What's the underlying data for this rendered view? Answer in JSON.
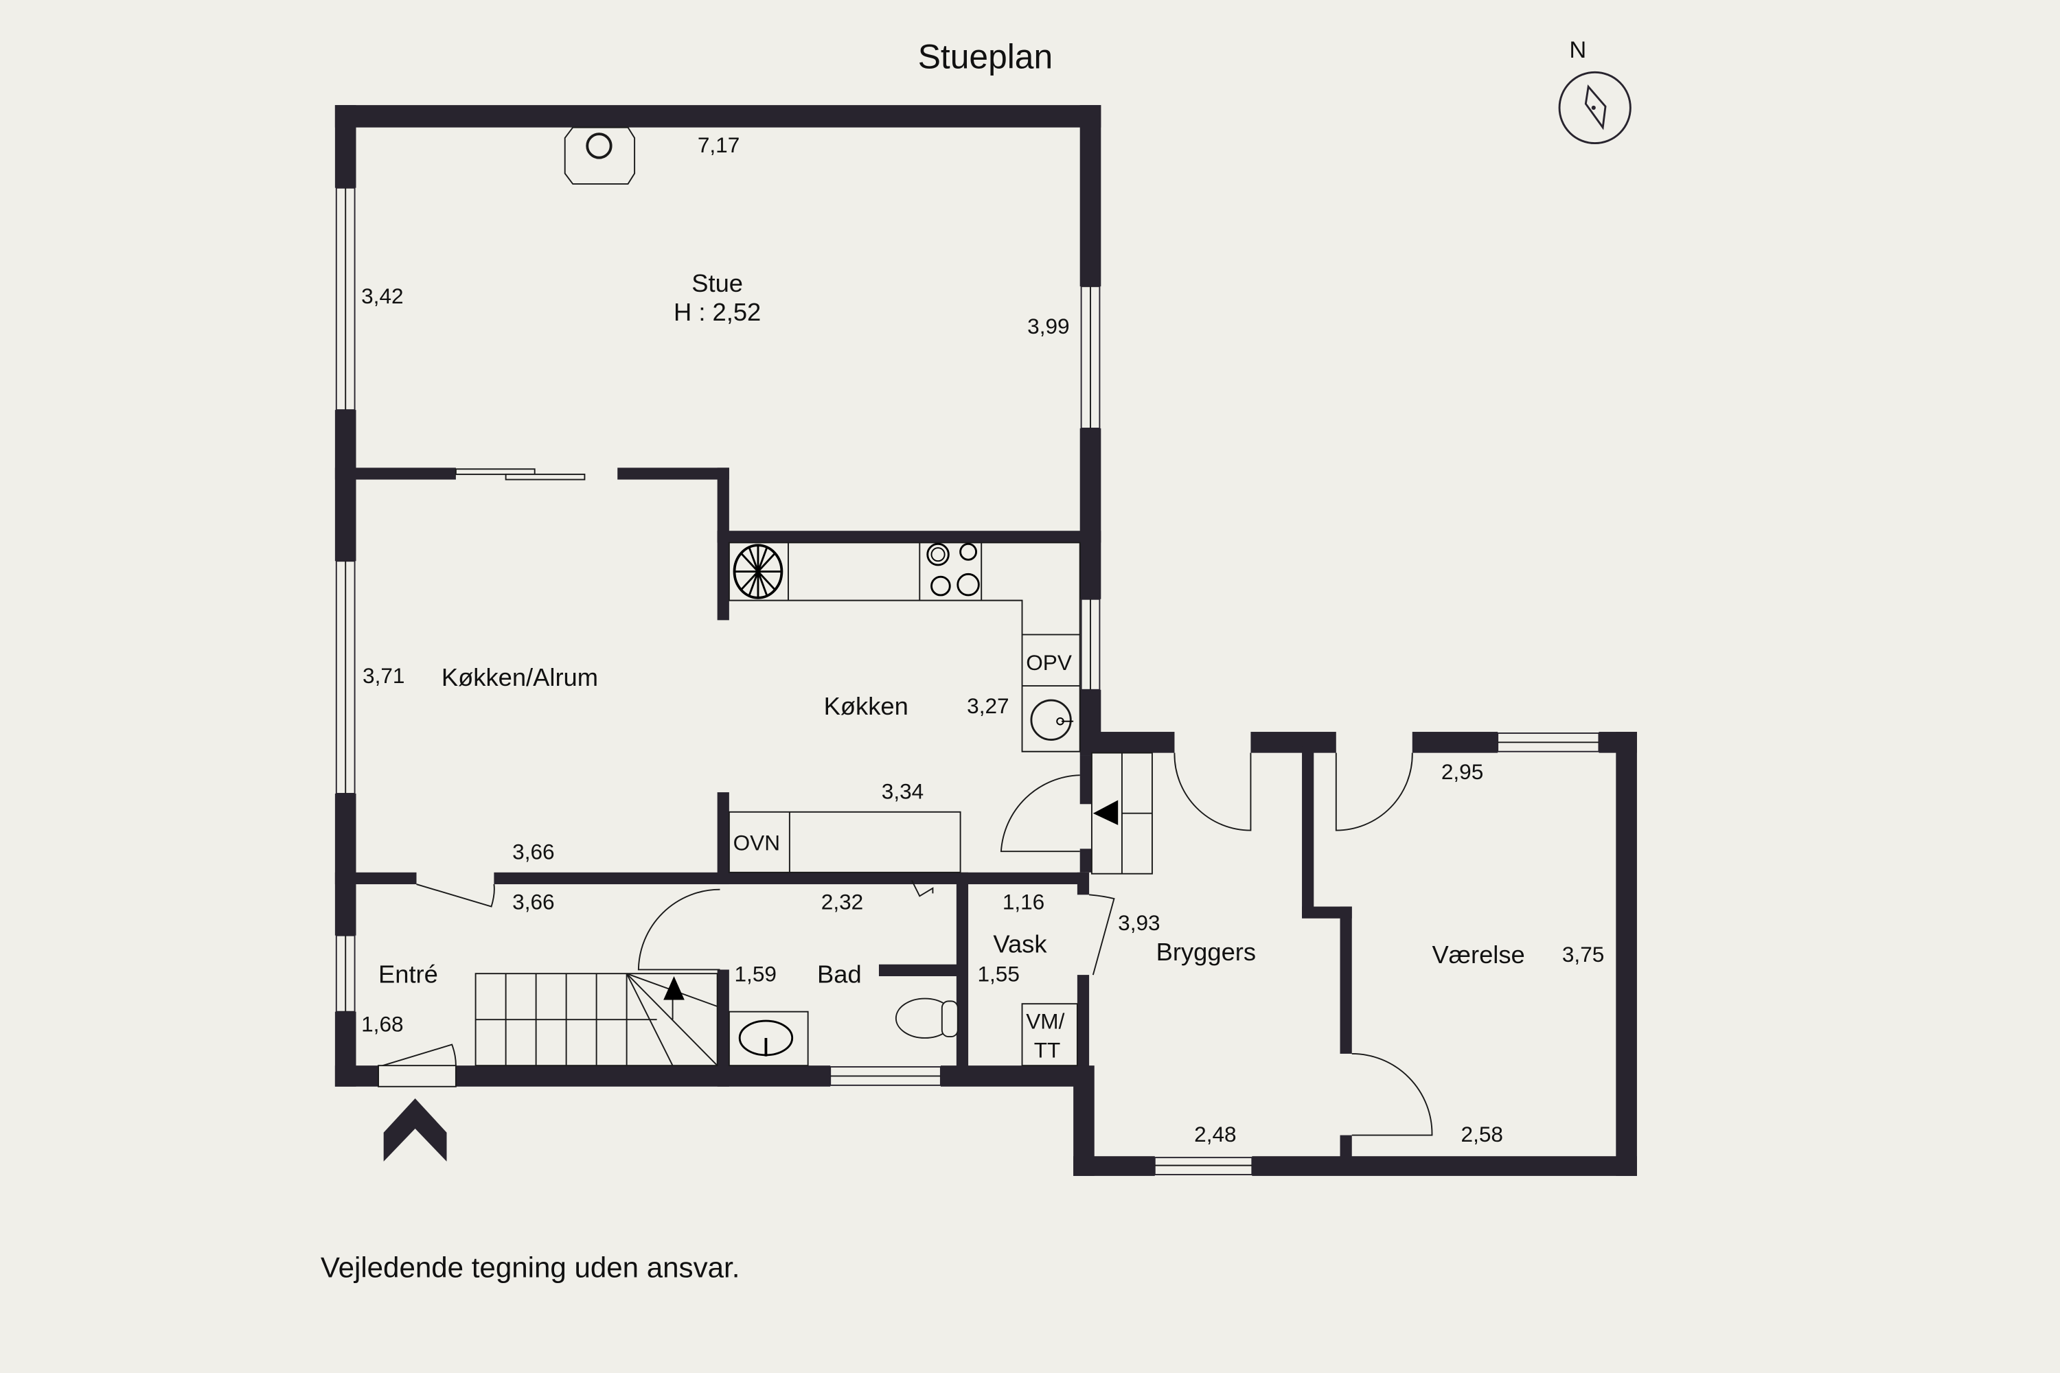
{
  "title": "Stueplan",
  "compass": {
    "label": "N",
    "icon": "compass-icon"
  },
  "footer": "Vejledende tegning uden ansvar.",
  "colors": {
    "background": "#f0efe9",
    "wall": "#28242e",
    "text": "#111111"
  },
  "rooms": {
    "stue": {
      "name": "Stue",
      "height": "H : 2,52",
      "dims": [
        "7,17",
        "3,42",
        "3,99"
      ]
    },
    "kokken_alrum": {
      "name": "Køkken/Alrum",
      "dims": [
        "3,71",
        "3,66"
      ]
    },
    "kokken": {
      "name": "Køkken",
      "dims": [
        "3,27",
        "3,34"
      ],
      "fixtures": [
        "OPV",
        "OVN"
      ]
    },
    "entre": {
      "name": "Entré",
      "dims": [
        "3,66",
        "1,68"
      ]
    },
    "bad": {
      "name": "Bad",
      "dims": [
        "2,32",
        "1,59"
      ]
    },
    "vask": {
      "name": "Vask",
      "dims": [
        "1,16",
        "1,55"
      ],
      "fixtures": [
        "VM/",
        "TT"
      ]
    },
    "bryggers": {
      "name": "Bryggers",
      "dims": [
        "3,93",
        "2,48"
      ]
    },
    "vaerelse": {
      "name": "Værelse",
      "dims": [
        "2,95",
        "3,75",
        "2,58"
      ]
    }
  },
  "entrance": {
    "icon": "entrance-arrow-icon"
  }
}
